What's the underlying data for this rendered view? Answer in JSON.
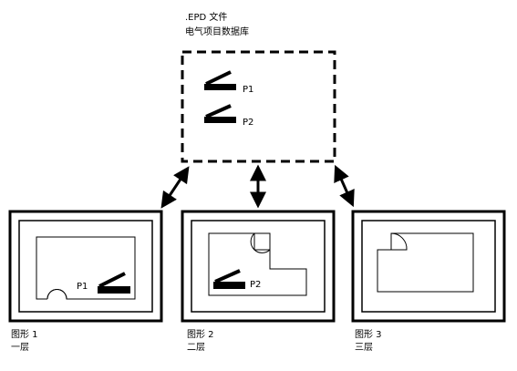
{
  "database": {
    "title": ".EPD 文件",
    "subtitle": "电气项目数据库",
    "items": [
      "P1",
      "P2"
    ]
  },
  "drawings": [
    {
      "title": "图形 1",
      "layer": "一层",
      "item": "P1"
    },
    {
      "title": "图形 2",
      "layer": "二层",
      "item": "P2"
    },
    {
      "title": "图形 3",
      "layer": "三层"
    }
  ],
  "colors": {
    "ink": "#000000",
    "background": "#ffffff"
  }
}
